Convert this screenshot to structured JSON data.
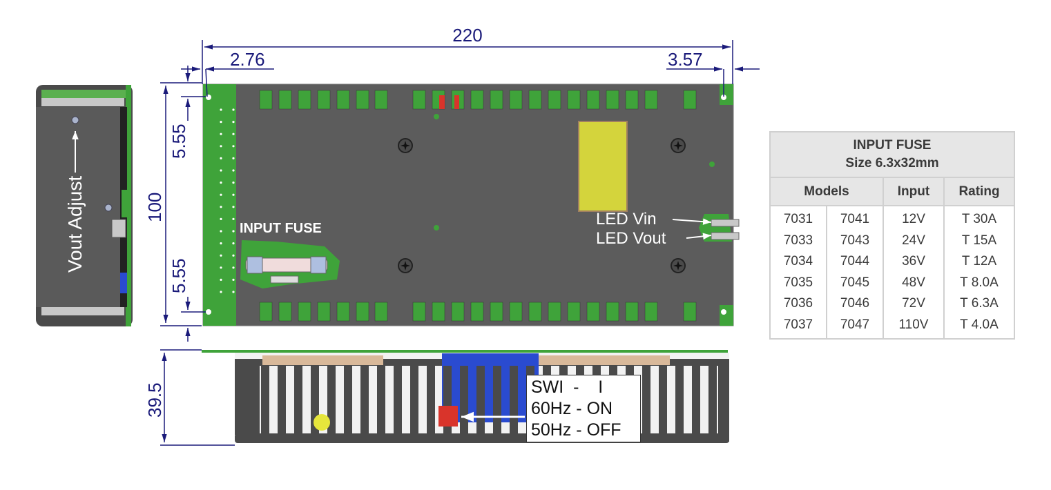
{
  "dimensions": {
    "overall_width": "220",
    "left_hole_offset": "2.76",
    "right_hole_offset": "3.57",
    "overall_depth": "100",
    "top_hole_offset": "5.55",
    "bottom_hole_offset": "5.55",
    "height": "39.5"
  },
  "labels": {
    "vout_adjust": "Vout Adjust",
    "input_fuse": "INPUT FUSE",
    "led_vin": "LED Vin",
    "led_vout": "LED Vout"
  },
  "switch_note": {
    "lines": [
      "SWI  -    I",
      "60Hz - ON",
      "50Hz - OFF"
    ]
  },
  "fuse_table": {
    "title": "INPUT FUSE",
    "subtitle": "Size 6.3x32mm",
    "headers": [
      "Models",
      "Input",
      "Rating"
    ],
    "rows": [
      {
        "model_a": "7031",
        "model_b": "7041",
        "input": "12V",
        "rating": "T 30A"
      },
      {
        "model_a": "7033",
        "model_b": "7043",
        "input": "24V",
        "rating": "T 15A"
      },
      {
        "model_a": "7034",
        "model_b": "7044",
        "input": "36V",
        "rating": "T 12A"
      },
      {
        "model_a": "7035",
        "model_b": "7045",
        "input": "48V",
        "rating": "T 8.0A"
      },
      {
        "model_a": "7036",
        "model_b": "7046",
        "input": "72V",
        "rating": "T 6.3A"
      },
      {
        "model_a": "7037",
        "model_b": "7047",
        "input": "110V",
        "rating": "T 4.0A"
      }
    ]
  },
  "colors": {
    "dimension_line": "#1a1a7a",
    "pcb_green": "#3fa33a",
    "chassis_gray": "#5c5c5c",
    "capacitor_yellow": "#d4d43c",
    "switch_red": "#d9342b"
  }
}
